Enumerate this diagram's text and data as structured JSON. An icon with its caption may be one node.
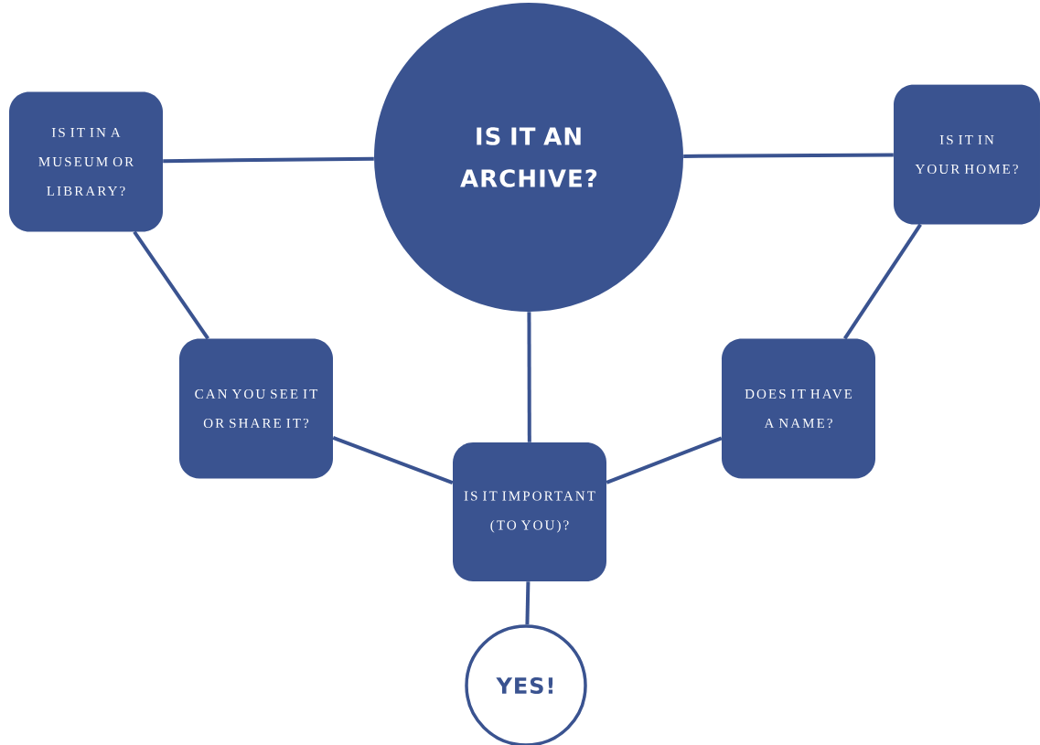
{
  "diagram": {
    "nodes": [
      {
        "text": [
          "IS IT AN ARCHIVE?"
        ]
      },
      {
        "text": [
          "IS IT IN A MUSEUM OR LIBRARY?"
        ]
      },
      {
        "text": [
          "IS IT IN YOUR HOME?"
        ]
      },
      {
        "text": [
          "CAN YOU SEE IT OR SHARE IT?"
        ]
      },
      {
        "text": [
          "DOES IT HAVE A NAME?"
        ]
      },
      {
        "text": [
          "IS IT IMPORTANT (TO YOU)?"
        ]
      },
      {
        "text": [
          "YES!"
        ]
      }
    ],
    "edges": [
      {
        "from": 1,
        "to": 0,
        "arrow": "none"
      },
      {
        "from": 0,
        "to": 2,
        "arrow": "none"
      },
      {
        "from": 1,
        "to": 3,
        "arrow": "none"
      },
      {
        "from": 2,
        "to": 4,
        "arrow": "none"
      },
      {
        "from": 0,
        "to": 5,
        "arrow": "none"
      },
      {
        "from": 3,
        "to": 5,
        "arrow": "none"
      },
      {
        "from": 4,
        "to": 5,
        "arrow": "none"
      },
      {
        "from": 5,
        "to": 6,
        "arrow": "none"
      }
    ]
  }
}
